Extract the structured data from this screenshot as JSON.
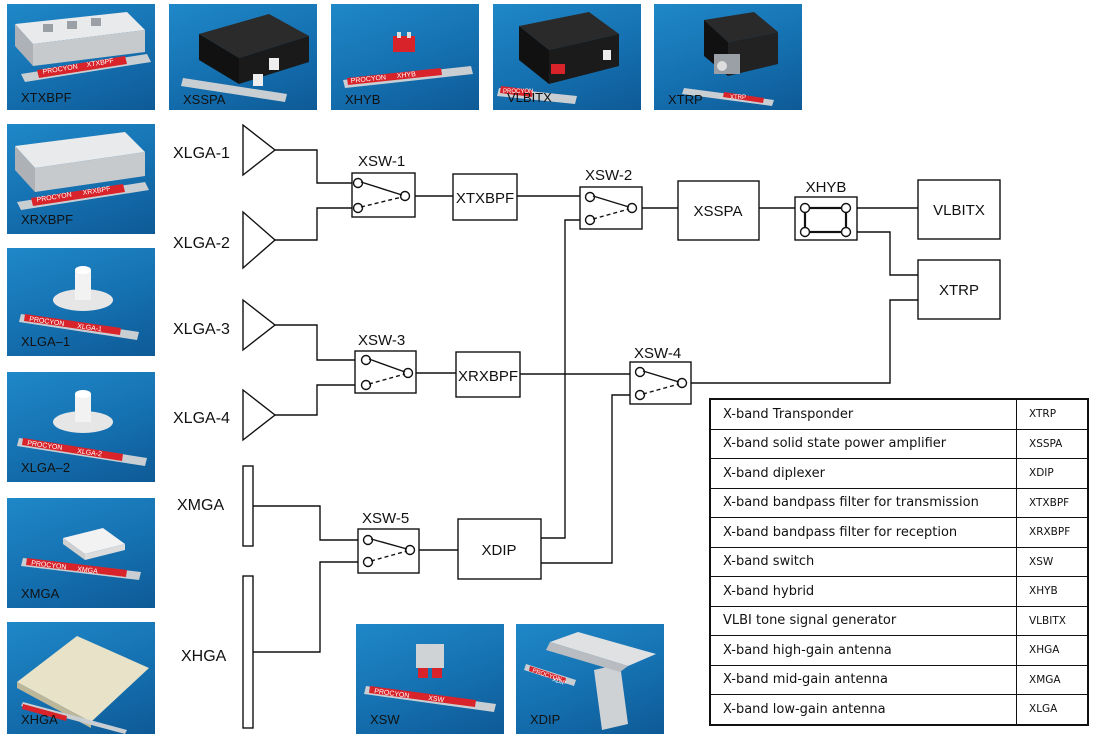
{
  "photos": [
    {
      "id": "xtxbpf",
      "caption": "XTXBPF",
      "ruler": [
        "PROCYON",
        "XTXBPF"
      ],
      "item": "waveguide-filter-icon"
    },
    {
      "id": "xsspa",
      "caption": "XSSPA",
      "ruler": [],
      "item": "amplifier-box-icon"
    },
    {
      "id": "xhyb",
      "caption": "XHYB",
      "ruler": [
        "PROCYON",
        "XHYB"
      ],
      "item": "hybrid-icon"
    },
    {
      "id": "vlbitx",
      "caption": "VLBITX",
      "ruler": [
        "PROCYON"
      ],
      "item": "generator-box-icon"
    },
    {
      "id": "xtrp",
      "caption": "XTRP",
      "ruler": [
        "XTRP"
      ],
      "item": "transponder-icon"
    },
    {
      "id": "xrxbpf",
      "caption": "XRXBPF",
      "ruler": [
        "PROCYON",
        "XRXBPF"
      ],
      "item": "waveguide-filter-icon"
    },
    {
      "id": "xlga1",
      "caption": "XLGA–1",
      "ruler": [
        "PROCYON",
        "XLGA-1"
      ],
      "item": "lga-antenna-icon"
    },
    {
      "id": "xlga2",
      "caption": "XLGA–2",
      "ruler": [
        "PROCYON",
        "XLGA-2"
      ],
      "item": "lga-antenna-icon"
    },
    {
      "id": "xmga",
      "caption": "XMGA",
      "ruler": [
        "PROCYON",
        "XMGA"
      ],
      "item": "mga-antenna-icon"
    },
    {
      "id": "xhga",
      "caption": "XHGA",
      "ruler": [],
      "item": "hga-antenna-icon"
    },
    {
      "id": "xsw",
      "caption": "XSW",
      "ruler": [
        "PROCYON",
        "XSW"
      ],
      "item": "switch-icon"
    },
    {
      "id": "xdip",
      "caption": "XDIP",
      "ruler": [
        "PROCYON",
        "XDIP"
      ],
      "item": "diplexer-icon"
    }
  ],
  "diagram": {
    "antennas": [
      "XLGA-1",
      "XLGA-2",
      "XLGA-3",
      "XLGA-4",
      "XMGA",
      "XHGA"
    ],
    "switches": [
      "XSW-1",
      "XSW-2",
      "XSW-3",
      "XSW-4",
      "XSW-5"
    ],
    "blocks": [
      "XTXBPF",
      "XRXBPF",
      "XSSPA",
      "XDIP",
      "VLBITX",
      "XTRP"
    ],
    "hybrid": "XHYB"
  },
  "legend": [
    {
      "desc": "X-band Transponder",
      "abbr": "XTRP"
    },
    {
      "desc": "X-band solid state power amplifier",
      "abbr": "XSSPA"
    },
    {
      "desc": "X-band diplexer",
      "abbr": "XDIP"
    },
    {
      "desc": "X-band bandpass filter for transmission",
      "abbr": "XTXBPF"
    },
    {
      "desc": "X-band bandpass filter for reception",
      "abbr": "XRXBPF"
    },
    {
      "desc": "X-band switch",
      "abbr": "XSW"
    },
    {
      "desc": "X-band hybrid",
      "abbr": "XHYB"
    },
    {
      "desc": "VLBI tone signal generator",
      "abbr": "VLBITX"
    },
    {
      "desc": "X-band high-gain antenna",
      "abbr": "XHGA"
    },
    {
      "desc": "X-band mid-gain antenna",
      "abbr": "XMGA"
    },
    {
      "desc": "X-band low-gain antenna",
      "abbr": "XLGA"
    }
  ],
  "colors": {
    "photo_bg": "#1a7cc0",
    "ruler_red": "#d8232a",
    "ruler_steel": "#c9ced3",
    "line": "#111111"
  }
}
